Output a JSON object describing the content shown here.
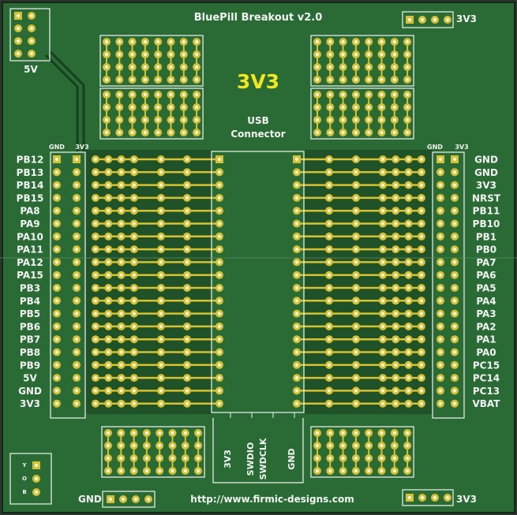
{
  "title": "BluePill Breakout v2.0",
  "center_label": "3V3",
  "usb_label": [
    "USB",
    "Connector"
  ],
  "top_left_label": "5V",
  "top_right_label": "3V3",
  "bottom_left_label": "GND",
  "bottom_right_label": "3V3",
  "url": "http://www.firmic-designs.com",
  "header_gnd": "GND",
  "header_3v3": "3V3",
  "swd_labels": [
    "3V3",
    "SWDIO",
    "SWDCLK",
    "GND"
  ],
  "boot_labels": [
    "Y",
    "O",
    "B"
  ],
  "left_pins": [
    "PB12",
    "PB13",
    "PB14",
    "PB15",
    "PA8",
    "PA9",
    "PA10",
    "PA11",
    "PA12",
    "PA15",
    "PB3",
    "PB4",
    "PB5",
    "PB6",
    "PB7",
    "PB8",
    "PB9",
    "5V",
    "GND",
    "3V3"
  ],
  "right_pins": [
    "GND",
    "GND",
    "3V3",
    "NRST",
    "PB11",
    "PB10",
    "PB1",
    "PB0",
    "PA7",
    "PA6",
    "PA5",
    "PA4",
    "PA3",
    "PA2",
    "PA1",
    "PA0",
    "PC15",
    "PC14",
    "PC13",
    "VBAT"
  ],
  "colors": {
    "board": "#2a6b35",
    "board_dark": "#1f5228",
    "pad": "#d8c230",
    "hole": "#f4f4f4",
    "silk": "#f2f2f2",
    "accent": "#f2e61e",
    "background": "#2f3230"
  }
}
